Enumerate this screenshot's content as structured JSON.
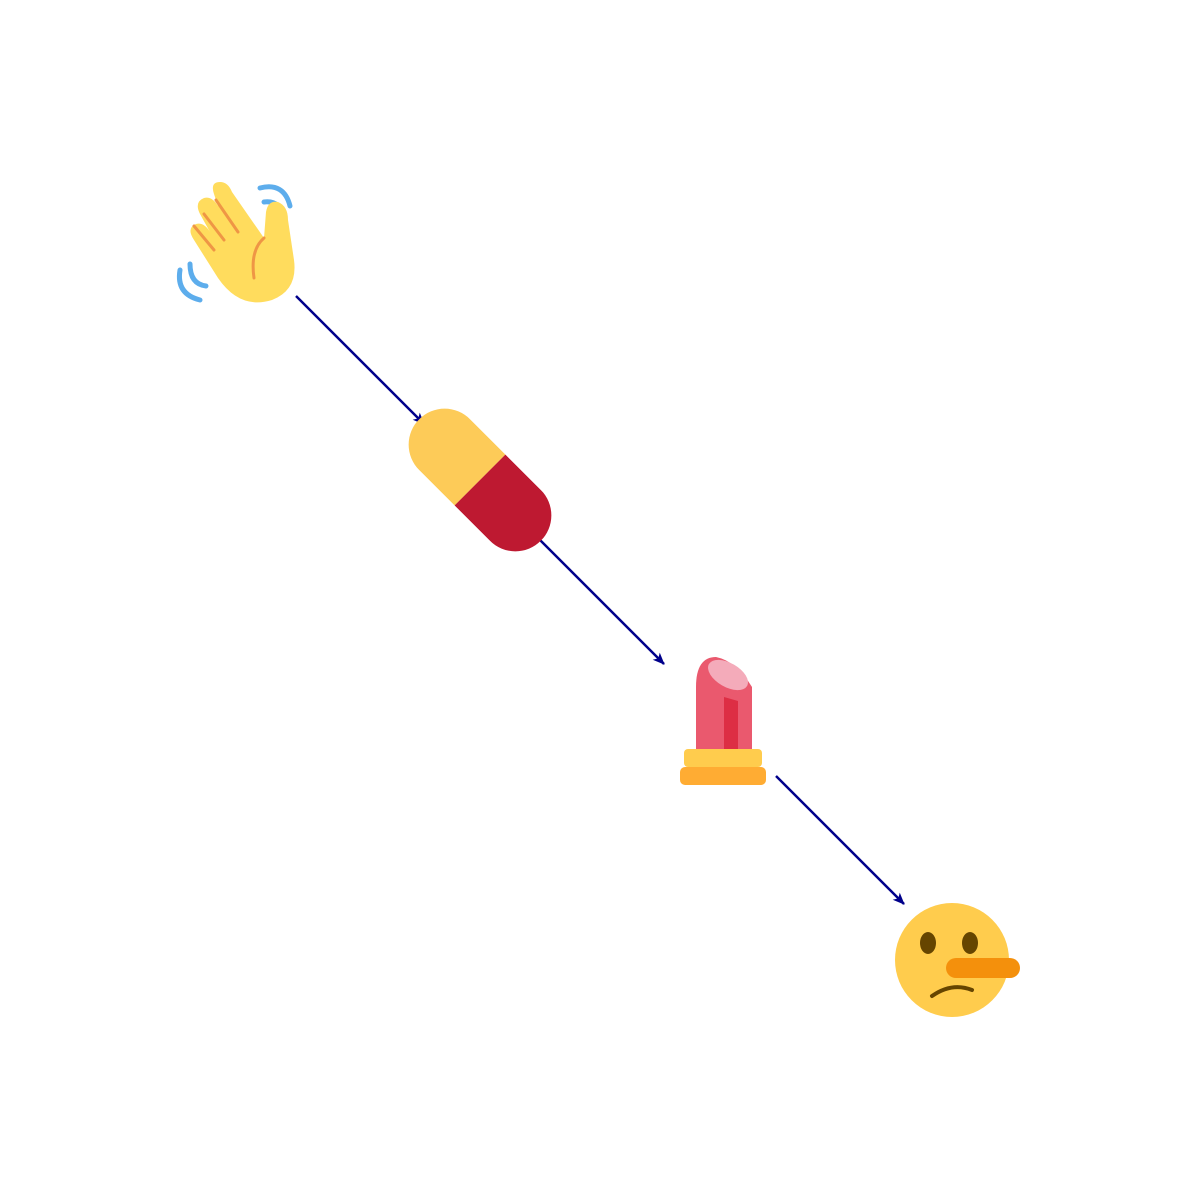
{
  "diagram": {
    "type": "flow",
    "colors": {
      "background": "#ffffff",
      "edge": "#00008b"
    },
    "nodes": [
      {
        "id": "wave",
        "icon": "waving-hand-icon"
      },
      {
        "id": "pill",
        "icon": "pill-icon"
      },
      {
        "id": "lipstick",
        "icon": "lipstick-icon"
      },
      {
        "id": "lying",
        "icon": "lying-face-icon"
      }
    ],
    "edges": [
      {
        "from": "wave",
        "to": "pill"
      },
      {
        "from": "pill",
        "to": "lipstick"
      },
      {
        "from": "lipstick",
        "to": "lying"
      }
    ]
  }
}
